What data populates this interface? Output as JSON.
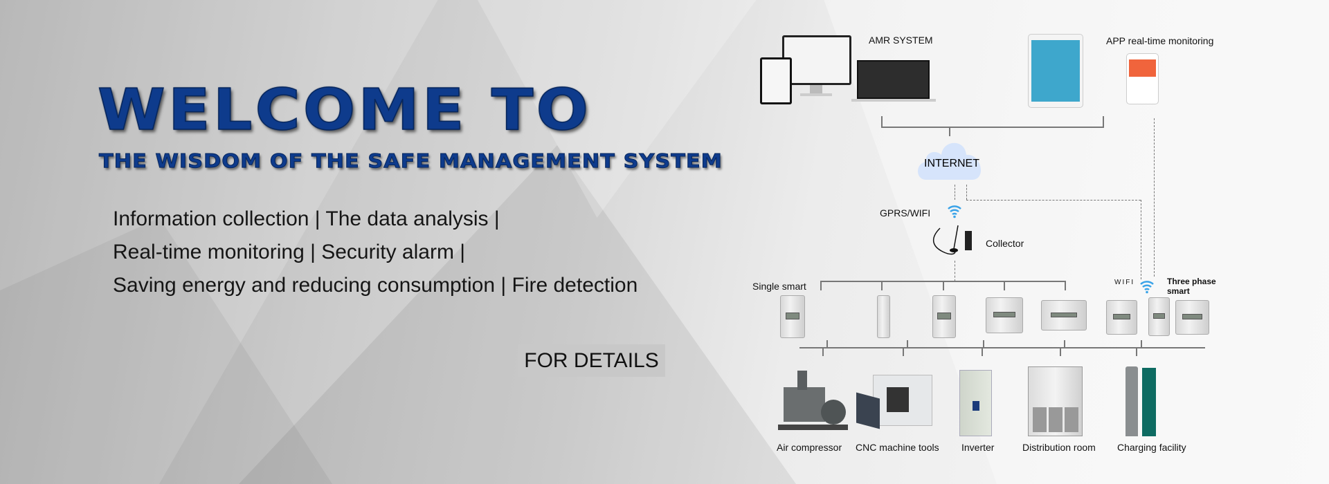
{
  "hero": {
    "title": "WELCOME TO",
    "subtitle": "THE WISDOM OF THE SAFE MANAGEMENT SYSTEM",
    "features": [
      "Information collection | The data analysis |",
      "Real-time monitoring | Security alarm |",
      "Saving energy and reducing consumption | Fire detection"
    ],
    "cta_label": "FOR DETAILS"
  },
  "diagram": {
    "amr_label": "AMR SYSTEM",
    "app_label": "APP real-time monitoring",
    "internet_label": "INTERNET",
    "gprs_label": "GPRS/WIFI",
    "collector_label": "Collector",
    "single_label": "Single smart",
    "wifi_label": "WIFI",
    "three_phase_label": [
      "Three phase",
      "smart"
    ],
    "equipment": [
      "Air compressor",
      "CNC machine tools",
      "Inverter",
      "Distribution room",
      "Charging facility"
    ],
    "colors": {
      "title_blue": "#0e3b8c",
      "wifi_blue": "#3aa3e8",
      "cloud": "#d6e4fb",
      "app_orange": "#f0643c",
      "tablet_blue": "#3ea7cc"
    }
  }
}
